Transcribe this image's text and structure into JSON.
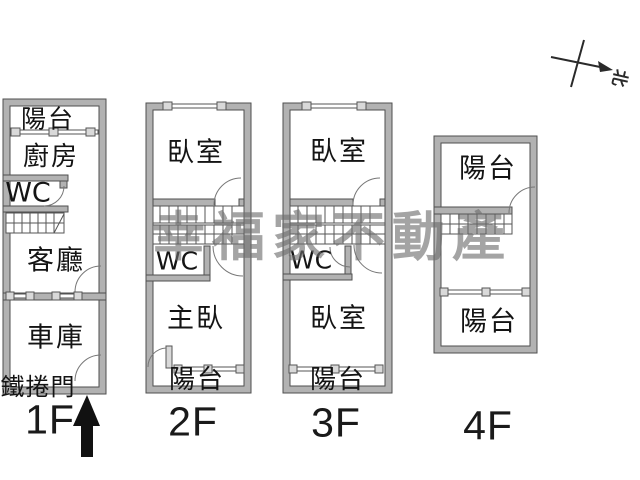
{
  "colors": {
    "wall_fill": "#b2b2b2",
    "wall_stroke": "#4f4f4f",
    "detail_line": "#555555",
    "watermark_gray": "#6e6e6e",
    "text_black": "#141414"
  },
  "watermark": {
    "text": "幸福家不動產"
  },
  "compass": {
    "label": "北"
  },
  "floors": [
    {
      "label": "1F",
      "rooms": {
        "balcony": "陽台",
        "kitchen": "廚房",
        "wc": "WC",
        "living_room": "客廳",
        "garage": "車庫",
        "roller_door": "鐵捲門"
      }
    },
    {
      "label": "2F",
      "rooms": {
        "bedroom": "臥室",
        "wc": "WC",
        "master_bedroom": "主臥",
        "balcony": "陽台"
      }
    },
    {
      "label": "3F",
      "rooms": {
        "bedroom_upper": "臥室",
        "wc": "WC",
        "bedroom_lower": "臥室",
        "balcony": "陽台"
      }
    },
    {
      "label": "4F",
      "rooms": {
        "balcony_upper": "陽台",
        "balcony_lower": "陽台"
      }
    }
  ]
}
